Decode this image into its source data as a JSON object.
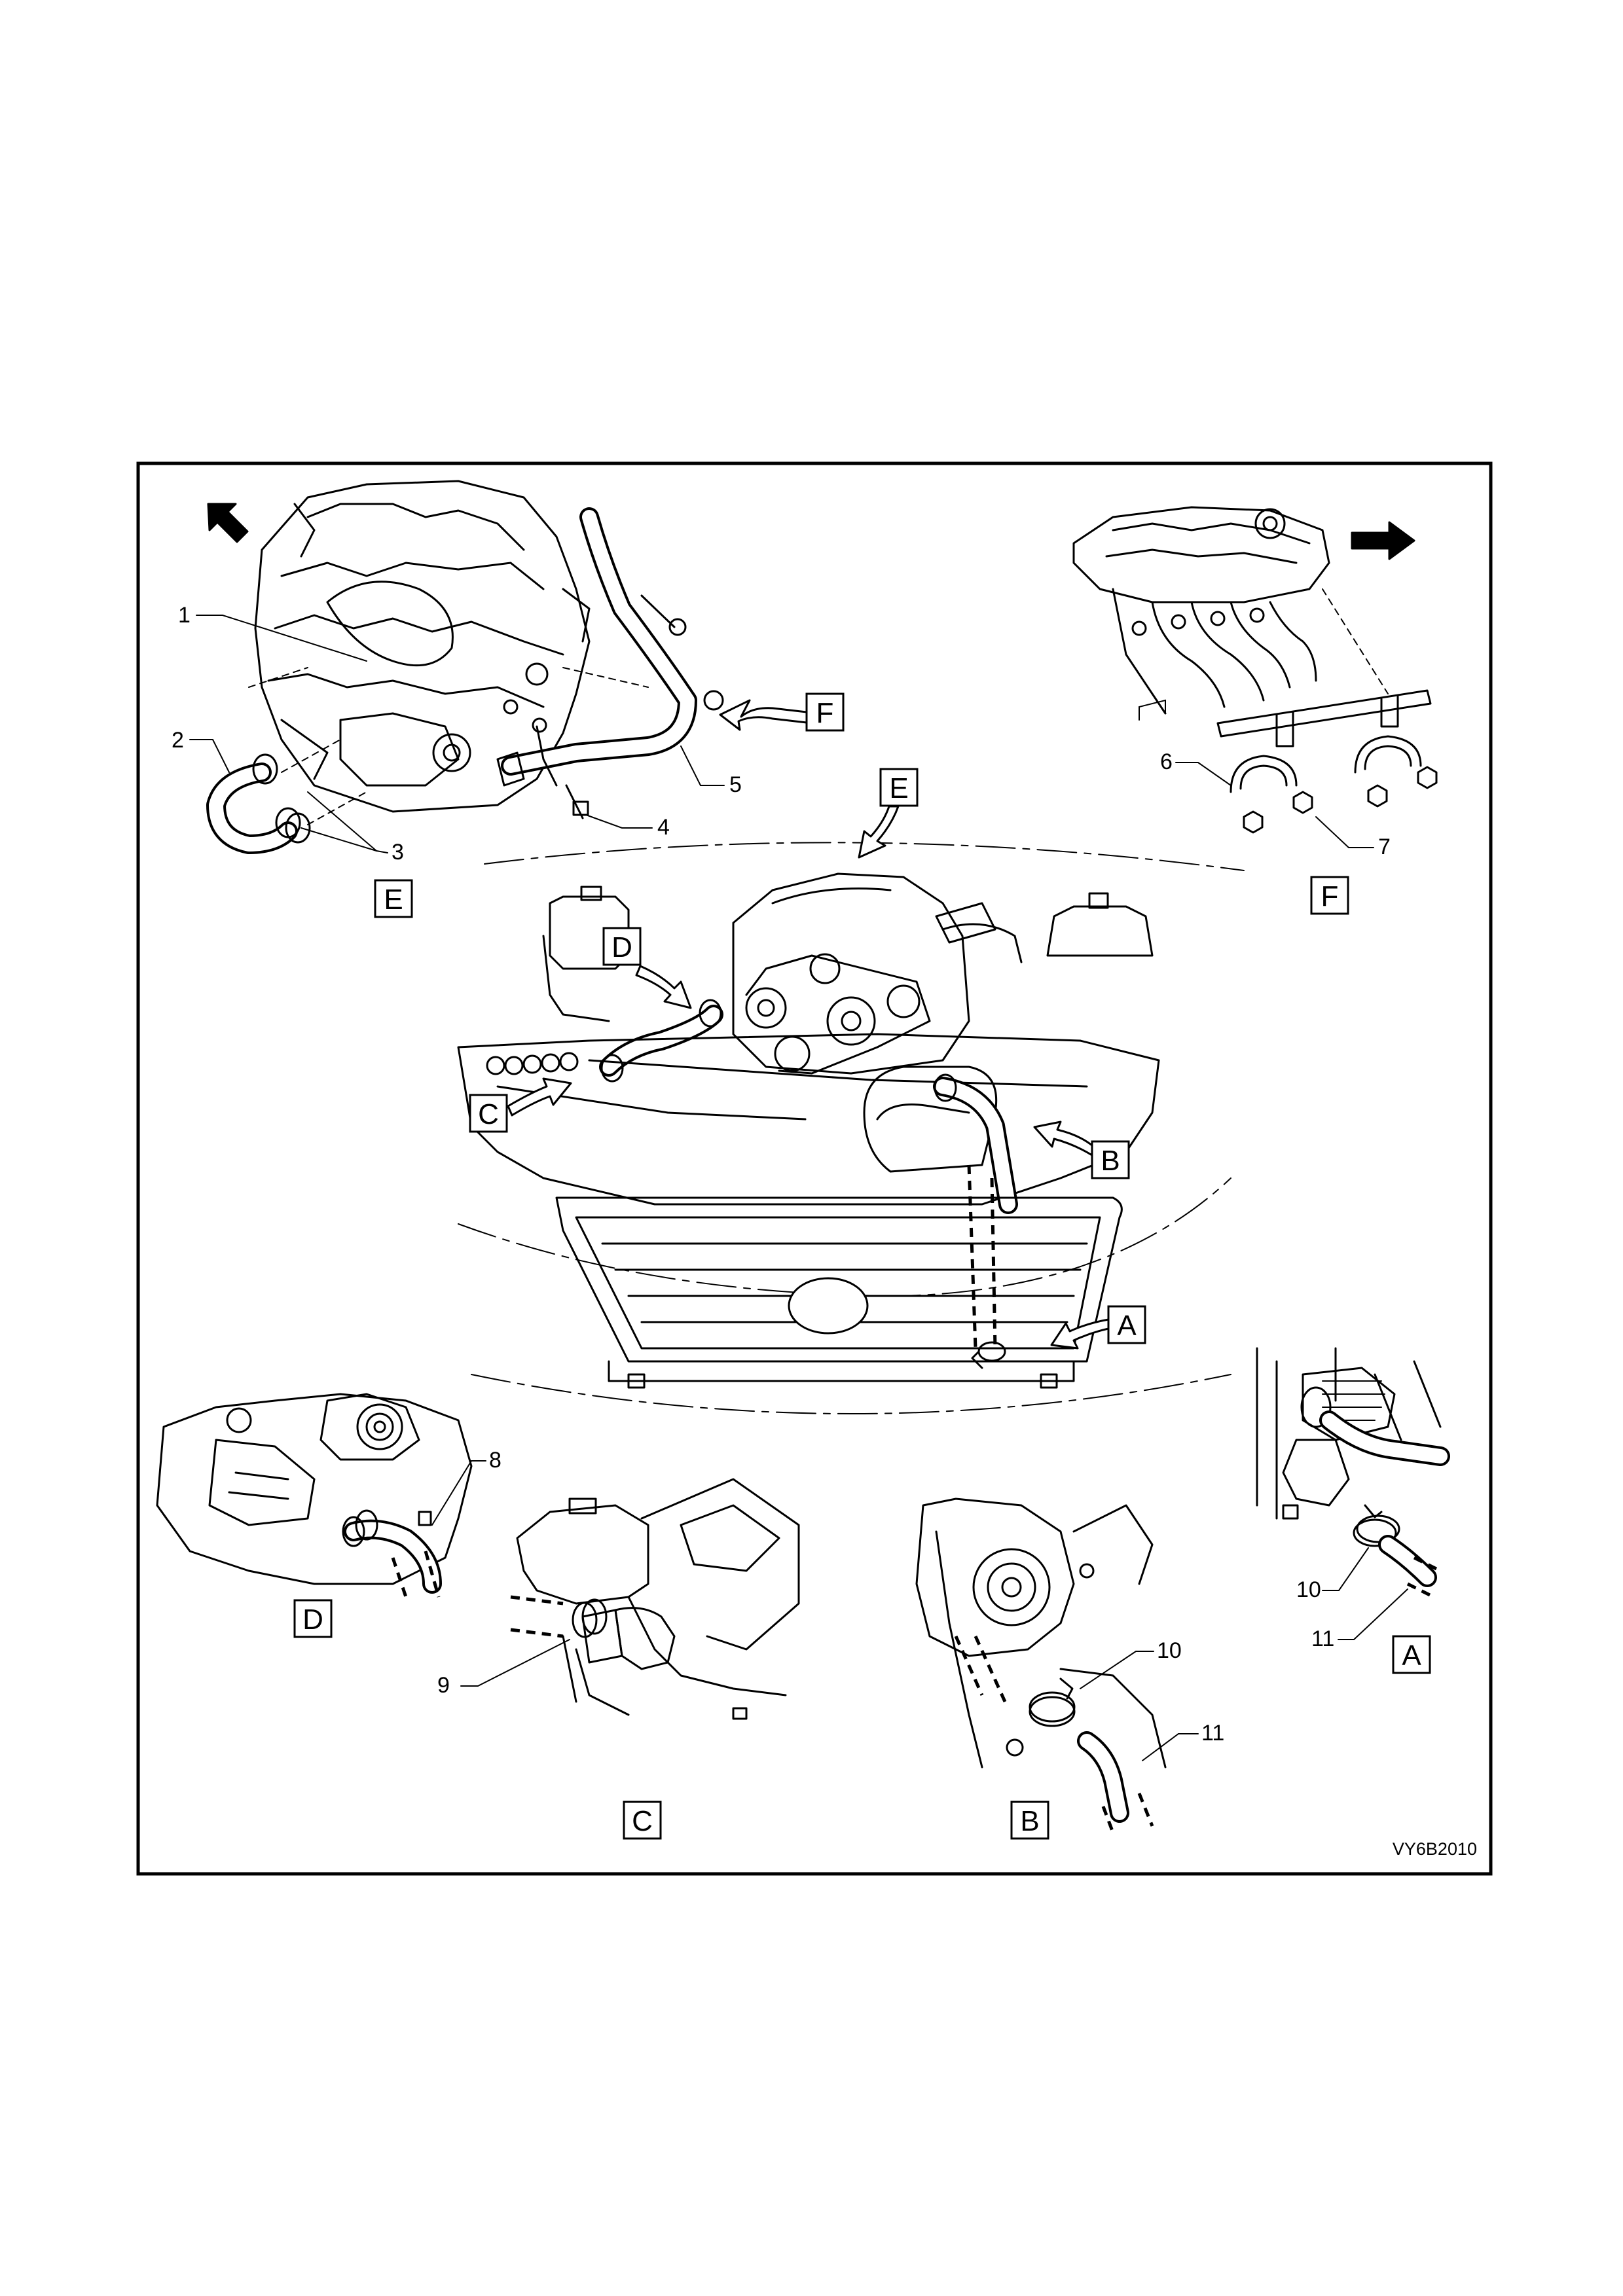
{
  "figure": {
    "code": "VY6B2010",
    "views": [
      {
        "id": "E",
        "label": "E"
      },
      {
        "id": "F",
        "label": "F"
      },
      {
        "id": "D",
        "label": "D"
      },
      {
        "id": "C",
        "label": "C"
      },
      {
        "id": "B",
        "label": "B"
      },
      {
        "id": "A",
        "label": "A"
      }
    ],
    "view_arrows": [
      "E",
      "F",
      "D",
      "C",
      "B",
      "A"
    ],
    "callouts": [
      "1",
      "2",
      "3",
      "4",
      "5",
      "6",
      "7",
      "8",
      "9",
      "10",
      "11",
      "10",
      "11"
    ]
  }
}
